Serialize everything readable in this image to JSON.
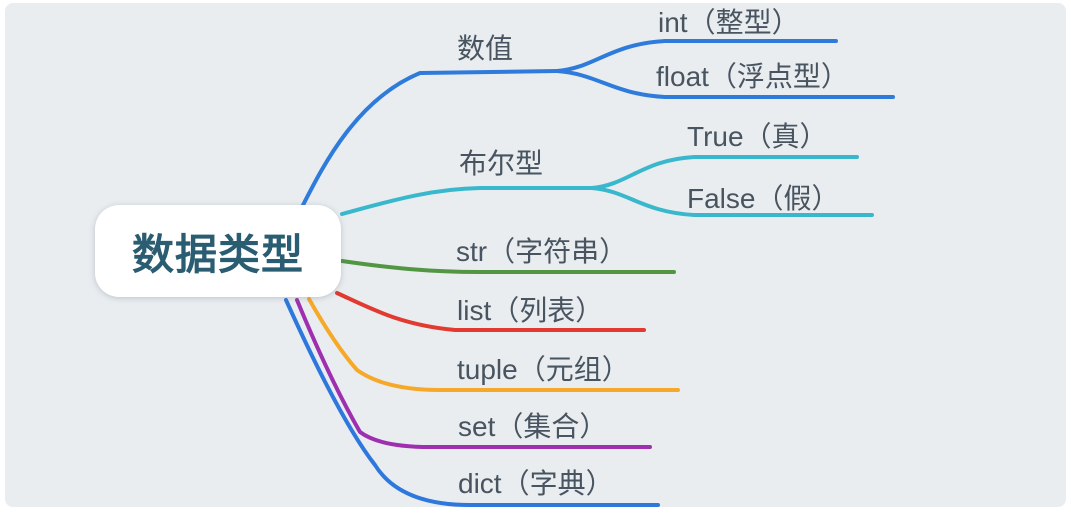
{
  "root": {
    "label": "数据类型"
  },
  "branches": [
    {
      "label": "数值",
      "color": "#2f7bdb",
      "children": [
        {
          "label": "int（整型）"
        },
        {
          "label": "float（浮点型）"
        }
      ]
    },
    {
      "label": "布尔型",
      "color": "#39b8cd",
      "children": [
        {
          "label": "True（真）"
        },
        {
          "label": "False（假）"
        }
      ]
    },
    {
      "label": "str（字符串）",
      "color": "#529643",
      "children": []
    },
    {
      "label": "list（列表）",
      "color": "#e23a30",
      "children": []
    },
    {
      "label": "tuple（元组）",
      "color": "#f6a928",
      "children": []
    },
    {
      "label": "set（集合）",
      "color": "#9e30b0",
      "children": []
    },
    {
      "label": "dict（字典）",
      "color": "#2e78dd",
      "children": []
    }
  ],
  "colors": {
    "canvas_background": "#e9edf0",
    "frame_background": "#ffffff",
    "label_text": "#485460",
    "root_text": "#2a5c72",
    "root_background": "#ffffff"
  }
}
